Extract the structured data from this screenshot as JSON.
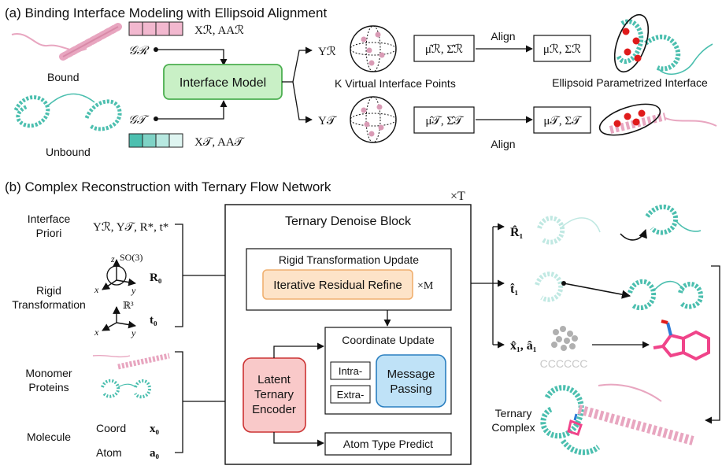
{
  "panel_a": {
    "title": "(a) Binding Interface Modeling with Ellipsoid Alignment",
    "bound_label": "Bound",
    "unbound_label": "Unbound",
    "graph_r": "𝒢ℛ",
    "graph_t": "𝒢𝒯",
    "feat_r": "Xℛ, AAℛ",
    "feat_t": "X𝒯, AA𝒯",
    "interface_model": "Interface Model",
    "y_r": "Yℛ",
    "y_t": "Y𝒯",
    "virtual_points": "K Virtual Interface Points",
    "est_r": "μ̂ℛ, Σ̂ℛ",
    "est_t": "μ̂𝒯, Σ̂𝒯",
    "align_top": "Align",
    "align_bottom": "Align",
    "target_r": "μℛ, Σℛ",
    "target_t": "μ𝒯, Σ𝒯",
    "ellipsoid_label": "Ellipsoid Parametrized Interface"
  },
  "panel_b": {
    "title": "(b) Complex Reconstruction with Ternary Flow Network",
    "interface_priori_line1": "Interface",
    "interface_priori_line2": "Priori",
    "priori_vars": "Yℛ, Y𝒯, R*, t*",
    "rigid_line1": "Rigid",
    "rigid_line2": "Transformation",
    "so3": "SO(3)",
    "r3": "ℝ³",
    "r0": "R₀",
    "t0": "t₀",
    "axis_x": "x",
    "axis_y": "y",
    "axis_z": "z",
    "monomer_line1": "Monomer",
    "monomer_line2": "Proteins",
    "molecule": "Molecule",
    "coord": "Coord",
    "atom": "Atom",
    "x0": "x₀",
    "a0": "a₀",
    "times_t": "×T",
    "block_title": "Ternary Denoise Block",
    "rigid_update": "Rigid Transformation Update",
    "iterative_refine": "Iterative Residual Refine",
    "times_m": "×M",
    "coordinate_update": "Coordinate Update",
    "intra": "Intra-",
    "extra": "Extra-",
    "message_line1": "Message",
    "message_line2": "Passing",
    "encoder_line1": "Latent",
    "encoder_line2": "Ternary",
    "encoder_line3": "Encoder",
    "atom_type_predict": "Atom Type Predict",
    "r1_hat": "R̂₁",
    "t1_hat": "t̂₁",
    "xa1_hat": "x̂₁, â₁",
    "ccc": "CCCCCC",
    "ternary_line1": "Ternary",
    "ternary_line2": "Complex"
  },
  "colors": {
    "pink": "#e8a6c0",
    "teal": "#4cbfaf",
    "interface_fill": "#c9f0c6",
    "interface_stroke": "#4caf50",
    "orange_fill": "#fde3c8",
    "orange_stroke": "#f0b070",
    "red_fill": "#f9c9c9",
    "red_stroke": "#cc3333",
    "blue_fill": "#bfe2f7",
    "blue_stroke": "#2a7fc0",
    "molecule_pink": "#f0448a",
    "molecule_blue": "#2c7bd6"
  }
}
